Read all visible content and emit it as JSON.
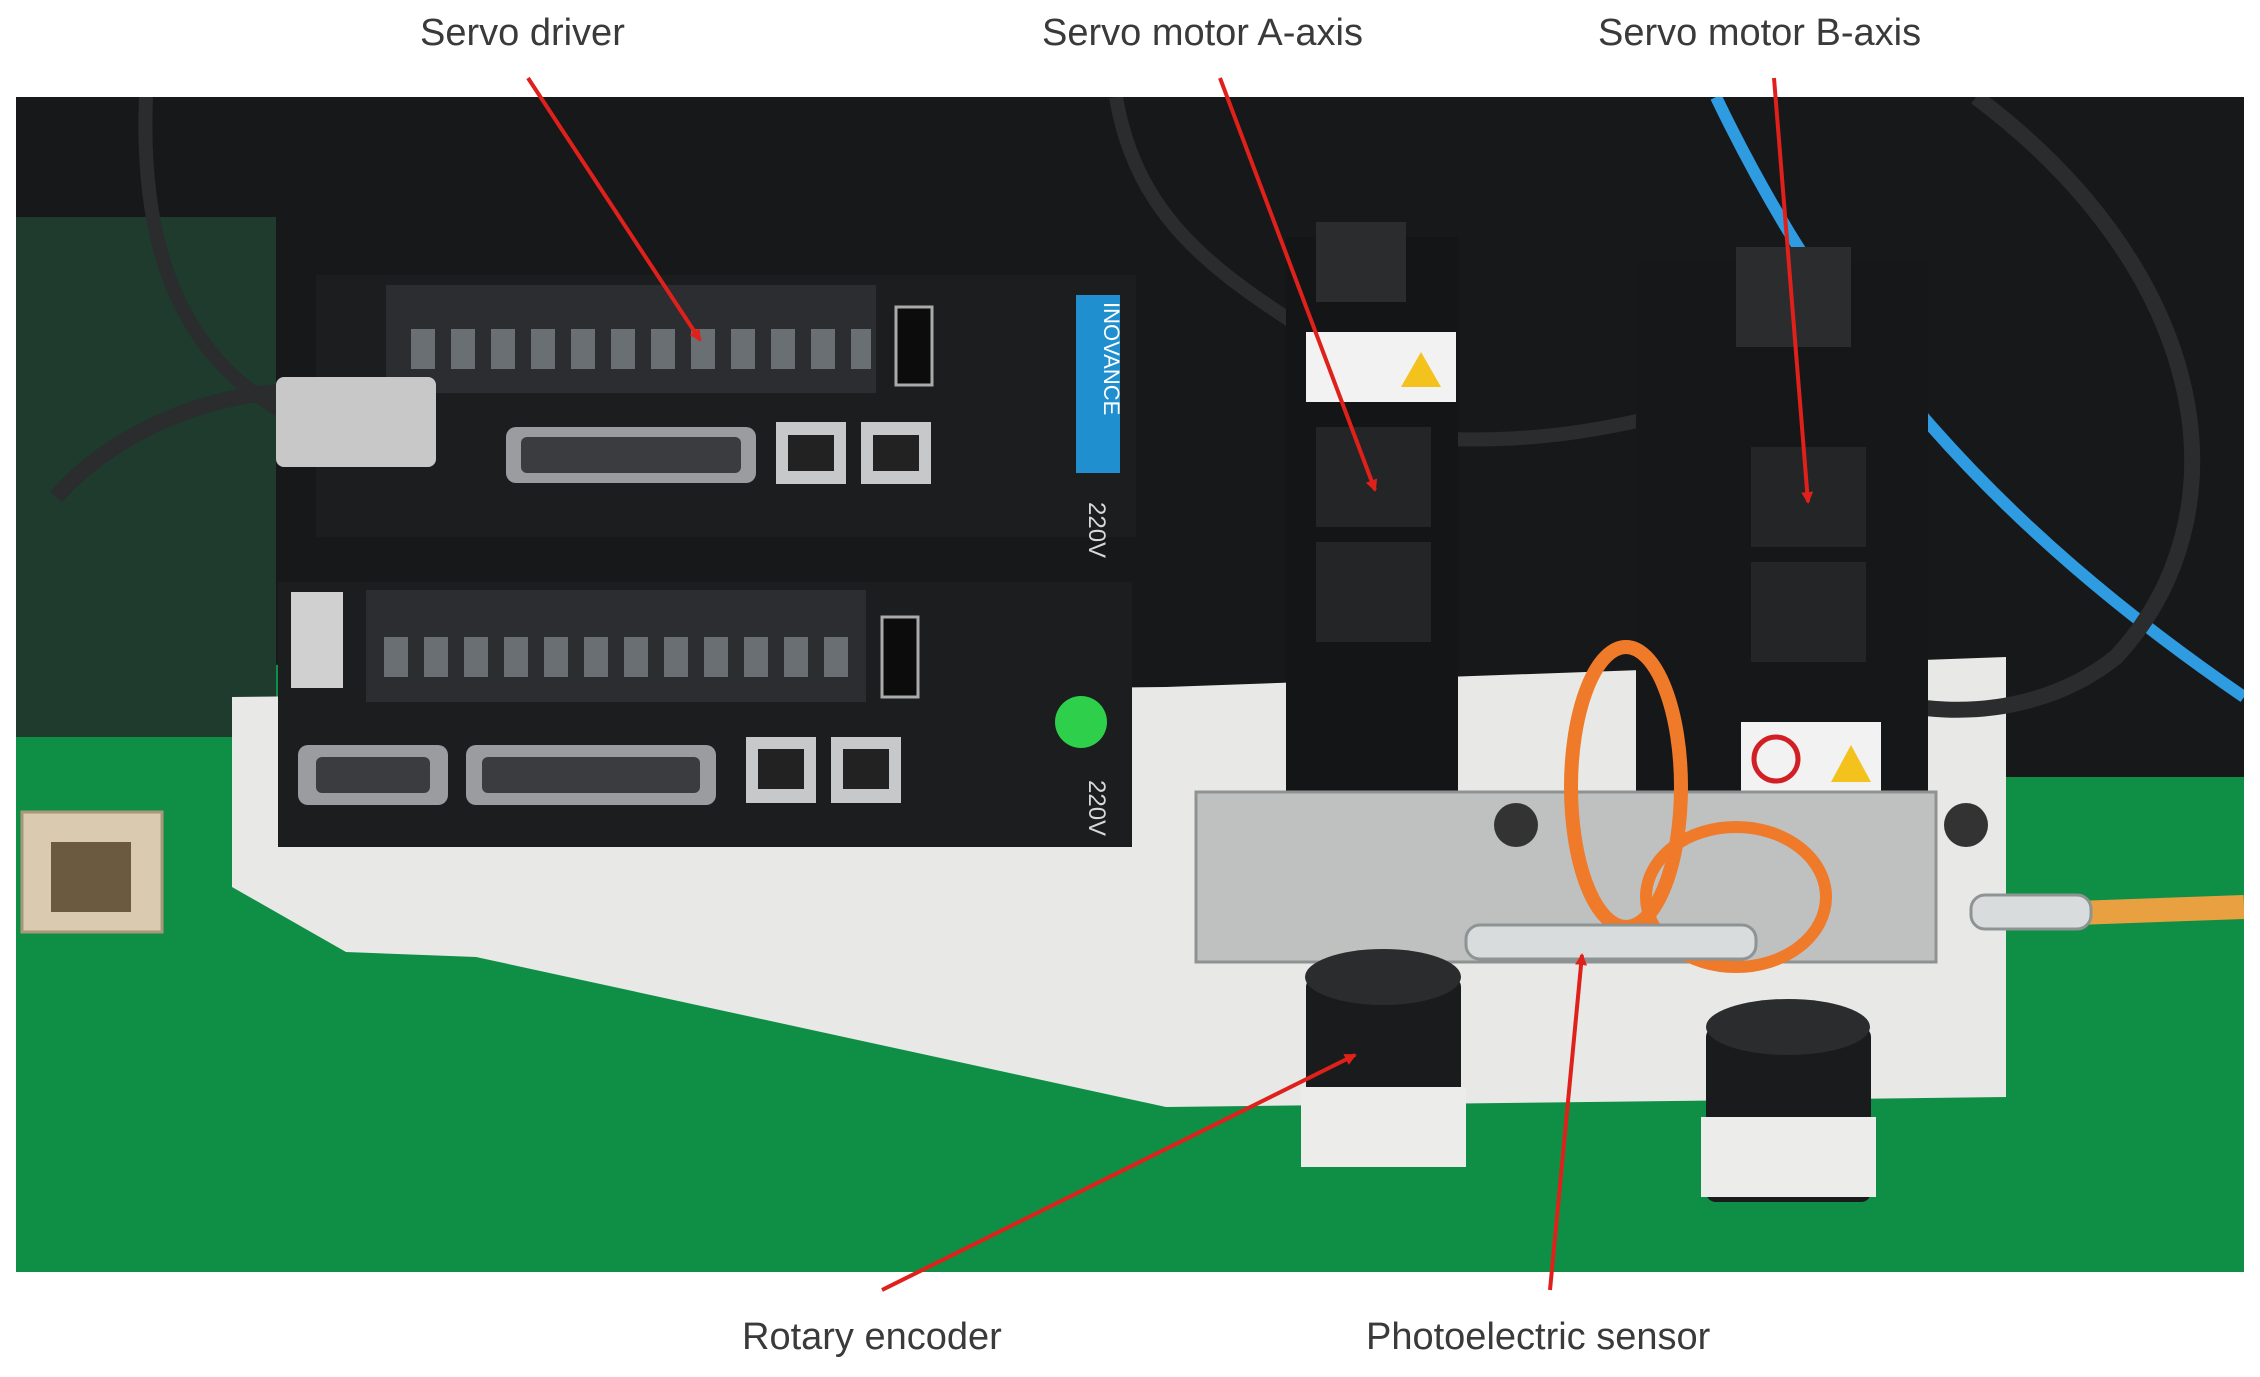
{
  "labels": {
    "servo_driver": "Servo driver",
    "servo_motor_a": "Servo motor A-axis",
    "servo_motor_b": "Servo motor B-axis",
    "rotary_encoder": "Rotary encoder",
    "photoelectric_sensor": "Photoelectric sensor"
  },
  "device": {
    "brand_text": "INOVANCE",
    "voltage_top": "220V",
    "voltage_bottom": "220V"
  },
  "colors": {
    "arrow": "#e0201a",
    "floor_green": "#0f8f45",
    "driver_black": "#1b1d1f",
    "backdrop": "#17181a",
    "brand_blue": "#1f8fd0",
    "cable_orange": "#ef7a2a",
    "cable_blue": "#2f9be0"
  }
}
